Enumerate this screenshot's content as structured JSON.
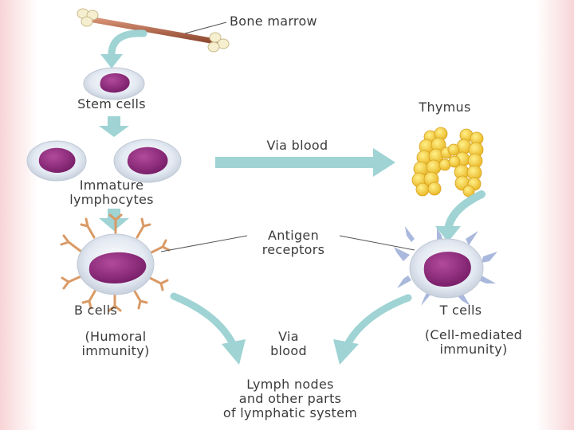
{
  "labels": {
    "bone_marrow": "Bone marrow",
    "stem_cells": "Stem cells",
    "thymus": "Thymus",
    "via_blood_top": "Via blood",
    "immature_lymphocytes": "Immature\nlymphocytes",
    "antigen_receptors": "Antigen\nreceptors",
    "b_cells": "B cells",
    "humoral_immunity": "(Humoral\nimmunity)",
    "via_blood_bottom": "Via\nblood",
    "t_cells": "T cells",
    "cell_mediated_immunity": "(Cell-mediated\nimmunity)",
    "lymph_nodes": "Lymph nodes\nand other parts\nof lymphatic system"
  },
  "colors": {
    "arrow": "#9fd3d4",
    "nucleus": "#8a2a78",
    "cell_body": "#dfe6ef",
    "b_receptor": "#d99a66",
    "t_receptor": "#a9b8dc",
    "thymus": "#f2c93a",
    "bone": "#b86848"
  }
}
